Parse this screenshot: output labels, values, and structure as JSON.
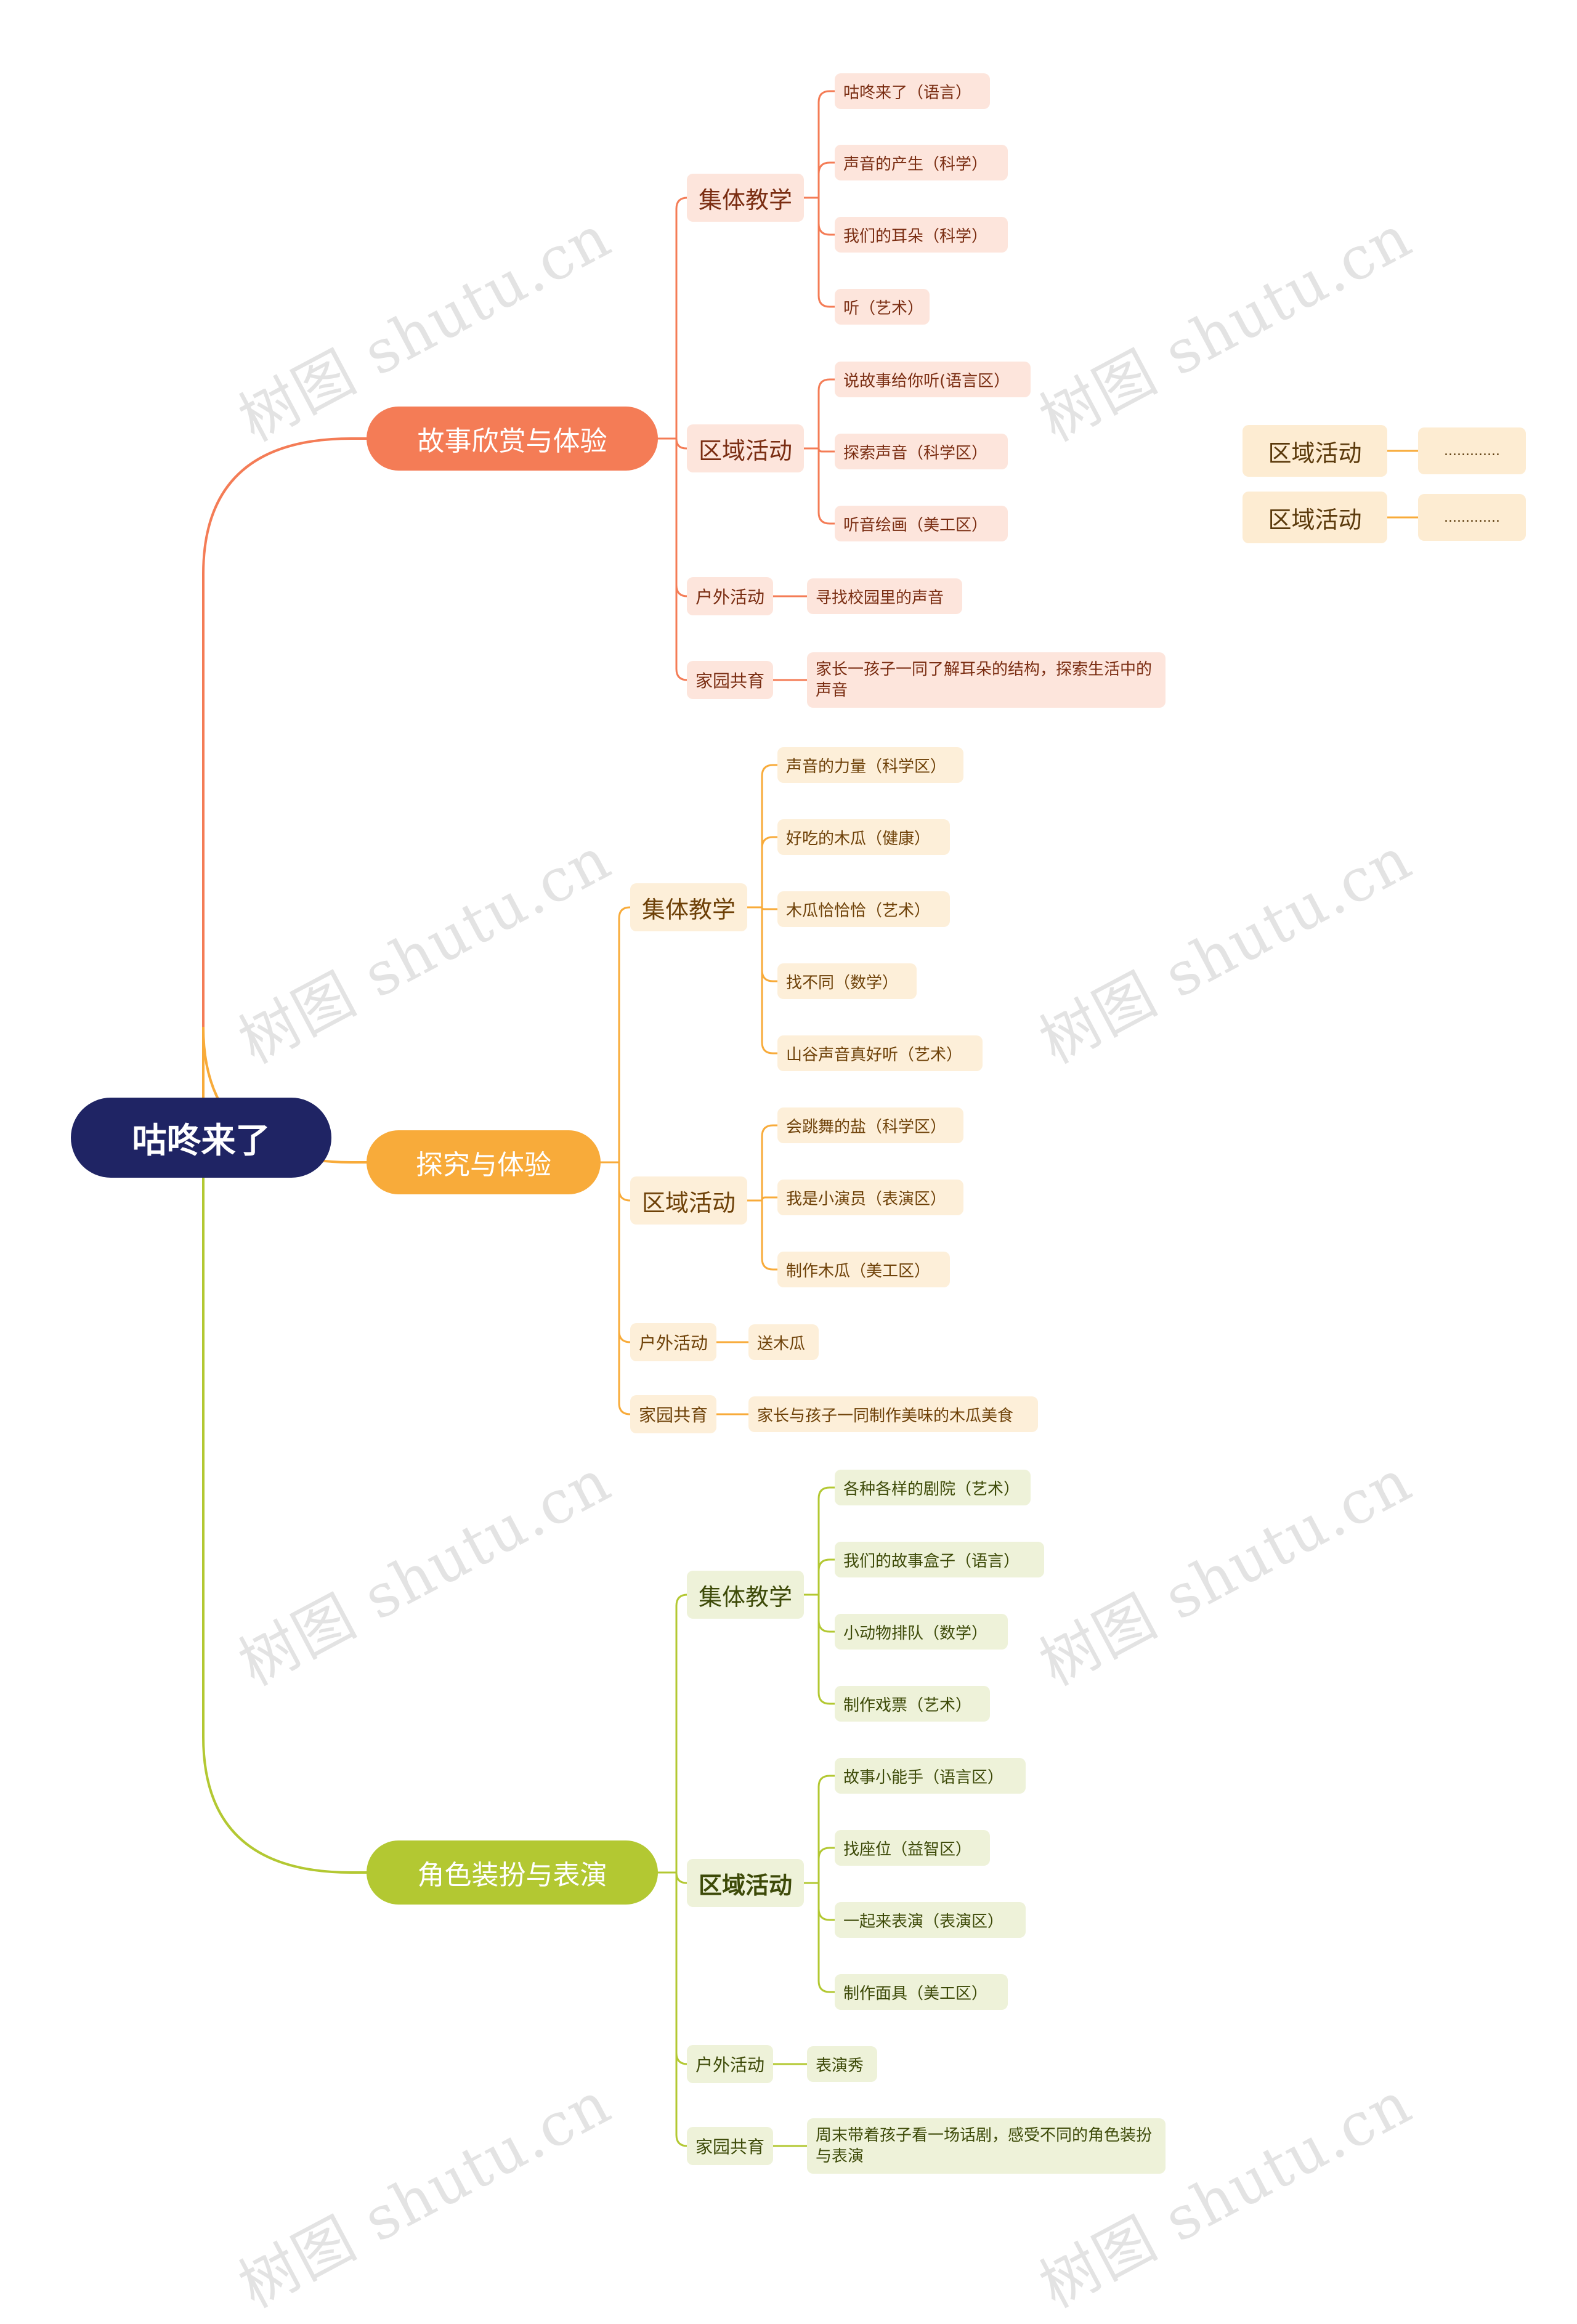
{
  "watermark": "树图 shutu.cn",
  "root": {
    "label": "咕咚来了"
  },
  "colors": {
    "root": "#1f2464",
    "branch1": "#f47c56",
    "branch2": "#f8ab3a",
    "branch3": "#b3c832"
  },
  "branches": [
    {
      "label": "故事欣赏与体验",
      "groups": [
        {
          "label": "集体教学",
          "items": [
            "咕咚来了（语言）",
            "声音的产生（科学）",
            "我们的耳朵（科学）",
            "听（艺术）"
          ]
        },
        {
          "label": "区域活动",
          "items": [
            "说故事给你听(语言区）",
            "探索声音（科学区）",
            "听音绘画（美工区）"
          ]
        },
        {
          "label": "户外活动",
          "items": [
            "寻找校园里的声音"
          ]
        },
        {
          "label": "家园共育",
          "items": [
            "家长一孩子一同了解耳朵的结构，探索生活中的声音"
          ]
        }
      ]
    },
    {
      "label": "探究与体验",
      "groups": [
        {
          "label": "集体教学",
          "items": [
            "声音的力量（科学区）",
            "好吃的木瓜（健康）",
            "木瓜恰恰恰（艺术）",
            "找不同（数学）",
            "山谷声音真好听（艺术）"
          ]
        },
        {
          "label": "区域活动",
          "items": [
            "会跳舞的盐（科学区）",
            "我是小演员（表演区）",
            "制作木瓜（美工区）"
          ]
        },
        {
          "label": "户外活动",
          "items": [
            "送木瓜"
          ]
        },
        {
          "label": "家园共育",
          "items": [
            "家长与孩子一同制作美味的木瓜美食"
          ]
        }
      ]
    },
    {
      "label": "角色装扮与表演",
      "groups": [
        {
          "label": "集体教学",
          "items": [
            "各种各样的剧院（艺术）",
            "我们的故事盒子（语言）",
            "小动物排队（数学）",
            "制作戏票（艺术）"
          ]
        },
        {
          "label": "区域活动",
          "items": [
            "故事小能手（语言区）",
            "找座位（益智区）",
            "一起来表演（表演区）",
            "制作面具（美工区）"
          ]
        },
        {
          "label": "户外活动",
          "items": [
            "表演秀"
          ]
        },
        {
          "label": "家园共育",
          "items": [
            "周末带着孩子看一场话剧，感受不同的角色装扮与表演"
          ]
        }
      ]
    }
  ],
  "floating": [
    {
      "label": "区域活动",
      "item": "............."
    },
    {
      "label": "区域活动",
      "item": "............."
    }
  ]
}
